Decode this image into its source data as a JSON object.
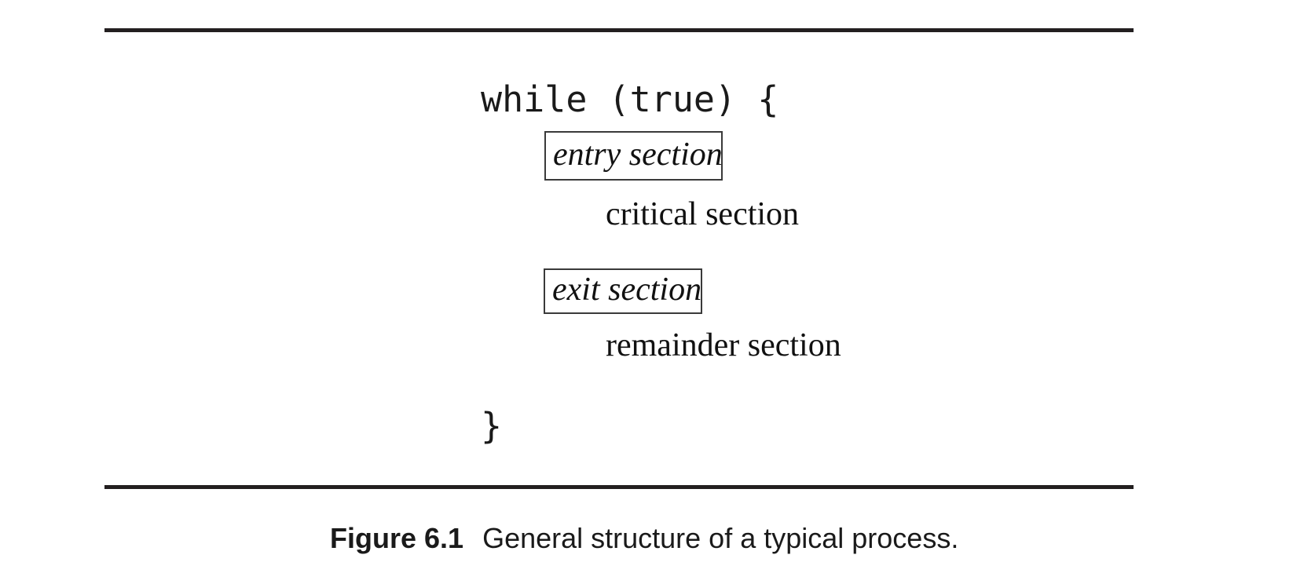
{
  "figure": {
    "rules": {
      "top_label": "figure-top-rule",
      "bottom_label": "figure-bottom-rule"
    },
    "code": {
      "while_line": "while (true) {",
      "close_brace": "}"
    },
    "sections": [
      {
        "id": "entry",
        "label": "entry section",
        "boxed": true,
        "style": "italic"
      },
      {
        "id": "critical",
        "label": "critical section",
        "boxed": false,
        "style": "roman"
      },
      {
        "id": "exit",
        "label": "exit section",
        "boxed": true,
        "style": "italic"
      },
      {
        "id": "remainder",
        "label": "remainder section",
        "boxed": false,
        "style": "roman"
      }
    ],
    "caption": {
      "number": "Figure 6.1",
      "text": "General structure of a typical process."
    },
    "colors": {
      "background": "#ffffff",
      "ink": "#111111",
      "rule": "#231f20",
      "box_border": "#3a3a3a"
    }
  }
}
